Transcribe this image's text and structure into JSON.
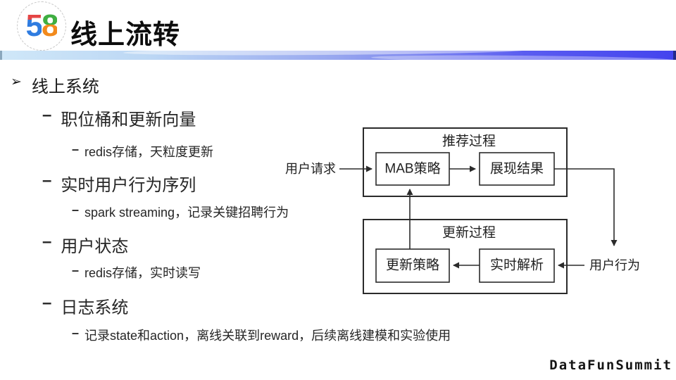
{
  "slide": {
    "header": {
      "logo_five": "5",
      "logo_eight": "8",
      "title": "线上流转"
    },
    "bullets": [
      {
        "level": 1,
        "marker": "➢",
        "text": "线上系统"
      },
      {
        "level": 2,
        "marker": "–",
        "text": "职位桶和更新向量"
      },
      {
        "level": 3,
        "marker": "–",
        "text": "redis存储，天粒度更新"
      },
      {
        "level": 2,
        "marker": "–",
        "text": "实时用户行为序列"
      },
      {
        "level": 3,
        "marker": "–",
        "text": "spark streaming，记录关键招聘行为"
      },
      {
        "level": 2,
        "marker": "–",
        "text": "用户状态"
      },
      {
        "level": 3,
        "marker": "–",
        "text": "redis存储，实时读写"
      },
      {
        "level": 2,
        "marker": "–",
        "text": "日志系统"
      },
      {
        "level": 3,
        "marker": "–",
        "text": "记录state和action，离线关联到reward，后续离线建模和实验使用"
      }
    ],
    "diagram": {
      "groups": {
        "recommend": "推荐过程",
        "update": "更新过程"
      },
      "nodes": {
        "mab": "MAB策略",
        "display": "展现结果",
        "update_policy": "更新策略",
        "realtime_parse": "实时解析"
      },
      "labels": {
        "user_request": "用户请求",
        "user_behavior": "用户行为"
      }
    },
    "footer": {
      "brand": "DataFunSummit"
    },
    "colors": {
      "bar_gradient_left": "#cfe7f8",
      "bar_gradient_right": "#4444ee",
      "logo_blue": "#2f7ce0",
      "logo_red": "#e54545",
      "logo_green": "#3fae41",
      "logo_orange": "#f28a1c",
      "text": "#1a1a1a",
      "diagram_stroke": "#2b2b2b"
    }
  }
}
